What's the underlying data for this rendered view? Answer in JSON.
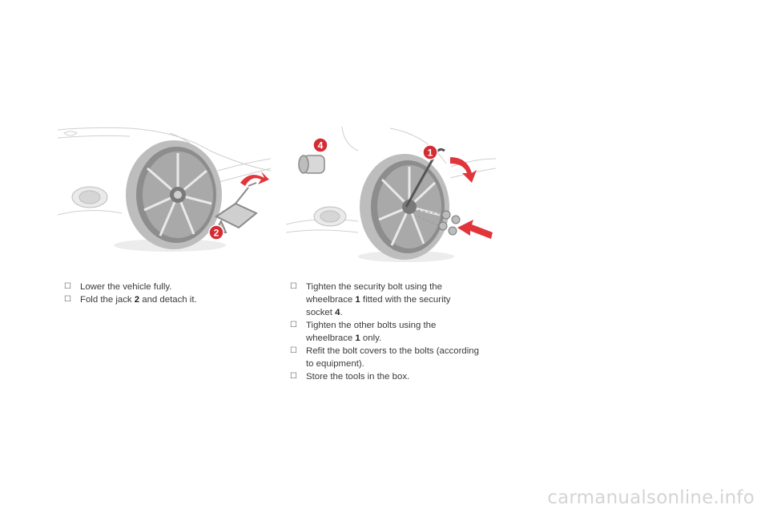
{
  "illustrations": {
    "left": {
      "callouts": [
        "2"
      ]
    },
    "right": {
      "callouts": [
        "4",
        "1"
      ]
    }
  },
  "colors": {
    "callout": "#d42c33",
    "arrow": "#e0353b",
    "text": "#3a3a3a",
    "watermark": "#d4d4d4"
  },
  "steps_left": [
    {
      "bullet": "",
      "parts": [
        "Lower the vehicle fully."
      ]
    },
    {
      "bullet": "",
      "parts": [
        "Fold the jack ",
        "2",
        " and detach it."
      ]
    }
  ],
  "steps_right": [
    {
      "bullet": "",
      "parts": [
        "Tighten the security bolt using the",
        "wheelbrace ",
        "1",
        " fitted with the security",
        "socket ",
        "4",
        "."
      ]
    },
    {
      "bullet": "",
      "parts": [
        "Tighten the other bolts using the",
        "wheelbrace ",
        "1",
        " only."
      ]
    },
    {
      "bullet": "",
      "parts": [
        "Refit the bolt covers to the bolts (according",
        "to equipment)."
      ]
    },
    {
      "bullet": "",
      "parts": [
        "Store the tools in the box."
      ]
    }
  ],
  "watermark": "carmanualsonline.info"
}
